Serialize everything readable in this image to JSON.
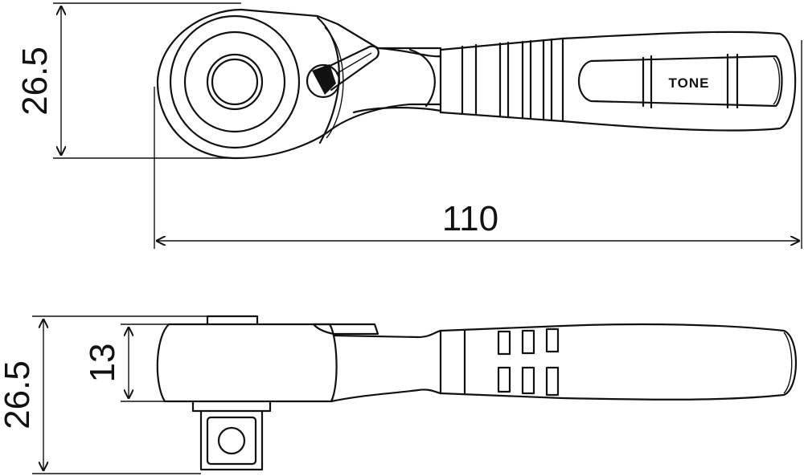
{
  "dimensions": {
    "top_view_height": "26.5",
    "overall_length": "110",
    "side_view_height": "26.5",
    "side_head_thickness": "13"
  },
  "handle_logo": "TONE",
  "colors": {
    "line": "#111111",
    "background": "#ffffff"
  }
}
